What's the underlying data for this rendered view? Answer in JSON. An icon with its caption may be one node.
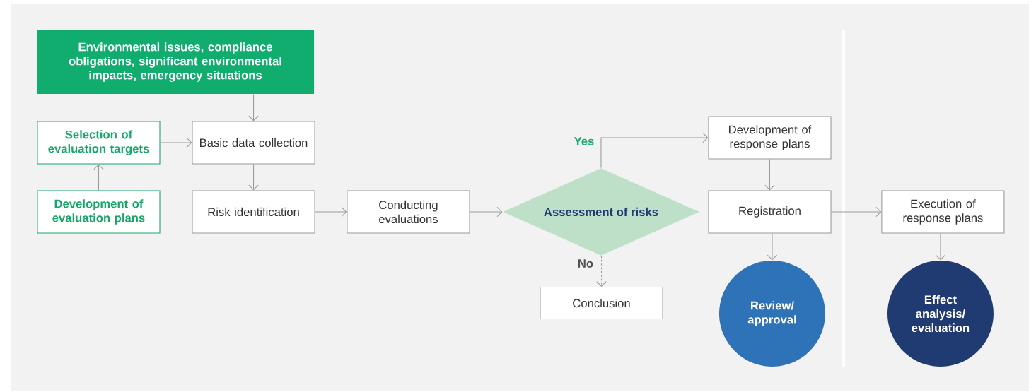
{
  "diagram": {
    "nodes": [
      {
        "text": [
          "Environmental issues, compliance obligations, significant environmental impacts, emergency situations"
        ]
      },
      {
        "text": [
          "Selection of evaluation targets"
        ]
      },
      {
        "text": [
          "Development of evaluation plans"
        ]
      },
      {
        "text": [
          "Basic data collection"
        ]
      },
      {
        "text": [
          "Risk identification"
        ]
      },
      {
        "text": [
          "Conducting evaluations"
        ]
      },
      {
        "text": [
          "Assessment of risks"
        ]
      },
      {
        "text": [
          "Development of response plans"
        ]
      },
      {
        "text": [
          "Registration"
        ]
      },
      {
        "text": [
          "Conclusion"
        ]
      },
      {
        "text": [
          "Review/ approval"
        ]
      },
      {
        "text": [
          "Execution of response plans"
        ]
      },
      {
        "text": [
          "Effect analysis/ evaluation"
        ]
      }
    ],
    "edges": [
      {
        "from": 0,
        "to": 3,
        "arrow": "to"
      },
      {
        "from": 1,
        "to": 3,
        "arrow": "to"
      },
      {
        "from": 2,
        "to": 1,
        "arrow": "to"
      },
      {
        "from": 3,
        "to": 4,
        "arrow": "to"
      },
      {
        "from": 4,
        "to": 5,
        "arrow": "to"
      },
      {
        "from": 5,
        "to": 6,
        "arrow": "to"
      },
      {
        "from": 6,
        "to": 7,
        "arrow": "to",
        "label": "Yes"
      },
      {
        "from": 6,
        "to": 9,
        "arrow": "to",
        "label": "No",
        "style": "dashed"
      },
      {
        "from": 7,
        "to": 8,
        "arrow": "to"
      },
      {
        "from": 8,
        "to": 10,
        "arrow": "to"
      },
      {
        "from": 8,
        "to": 11,
        "arrow": "to"
      },
      {
        "from": 11,
        "to": 12,
        "arrow": "to"
      }
    ]
  }
}
